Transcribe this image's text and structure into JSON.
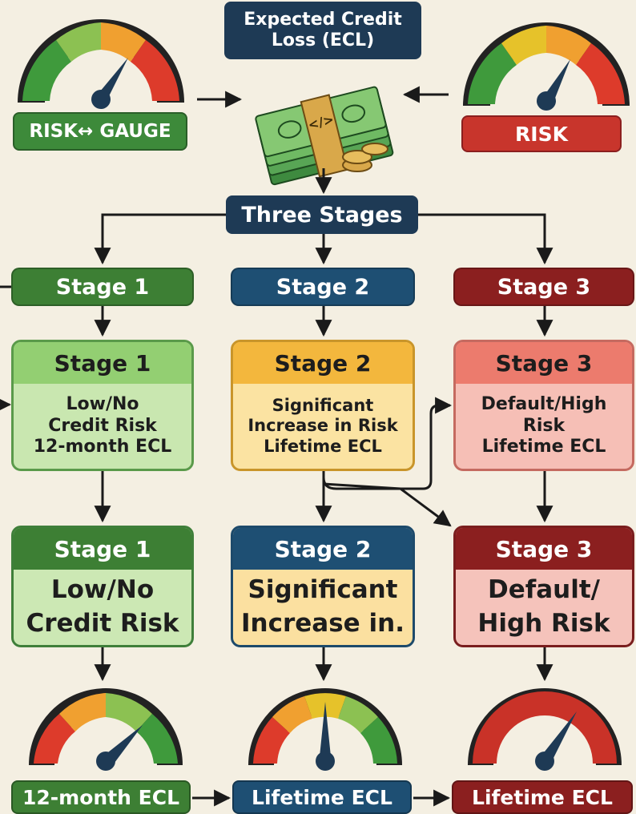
{
  "top": {
    "title_line1": "Expected Credit",
    "title_line2": "Loss (ECL)",
    "left_gauge_label": "RISK↔ GAUGE",
    "right_gauge_label": "RISK",
    "bill_symbol": "</>"
  },
  "three_stages": "Three Stages",
  "stage_headers": [
    "Stage 1",
    "Stage 2",
    "Stage 3"
  ],
  "middle_cards": [
    {
      "title": "Stage 1",
      "lines": [
        "Low/No",
        "Credit Risk",
        "12-month ECL"
      ]
    },
    {
      "title": "Stage 2",
      "lines": [
        "Significant",
        "Increase in Risk",
        "Lifetime ECL"
      ]
    },
    {
      "title": "Stage 3",
      "lines": [
        "Default/High",
        "Risk",
        "Lifetime ECL"
      ]
    }
  ],
  "bottom_cards": [
    {
      "title": "Stage 1",
      "lines": [
        "Low/No",
        "Credit Risk"
      ]
    },
    {
      "title": "Stage 2",
      "lines": [
        "Significant",
        "Increase in."
      ]
    },
    {
      "title": "Stage 3",
      "lines": [
        "Default/",
        "High Risk"
      ]
    }
  ],
  "bottom_labels": [
    "12-month ECL",
    "Lifetime ECL",
    "Lifetime ECL"
  ],
  "colors": {
    "background": "#f4efe2",
    "navy": "#1e3a55",
    "green": "#3d7f34",
    "blue": "#1e4f73",
    "red": "#8b1f1f"
  }
}
